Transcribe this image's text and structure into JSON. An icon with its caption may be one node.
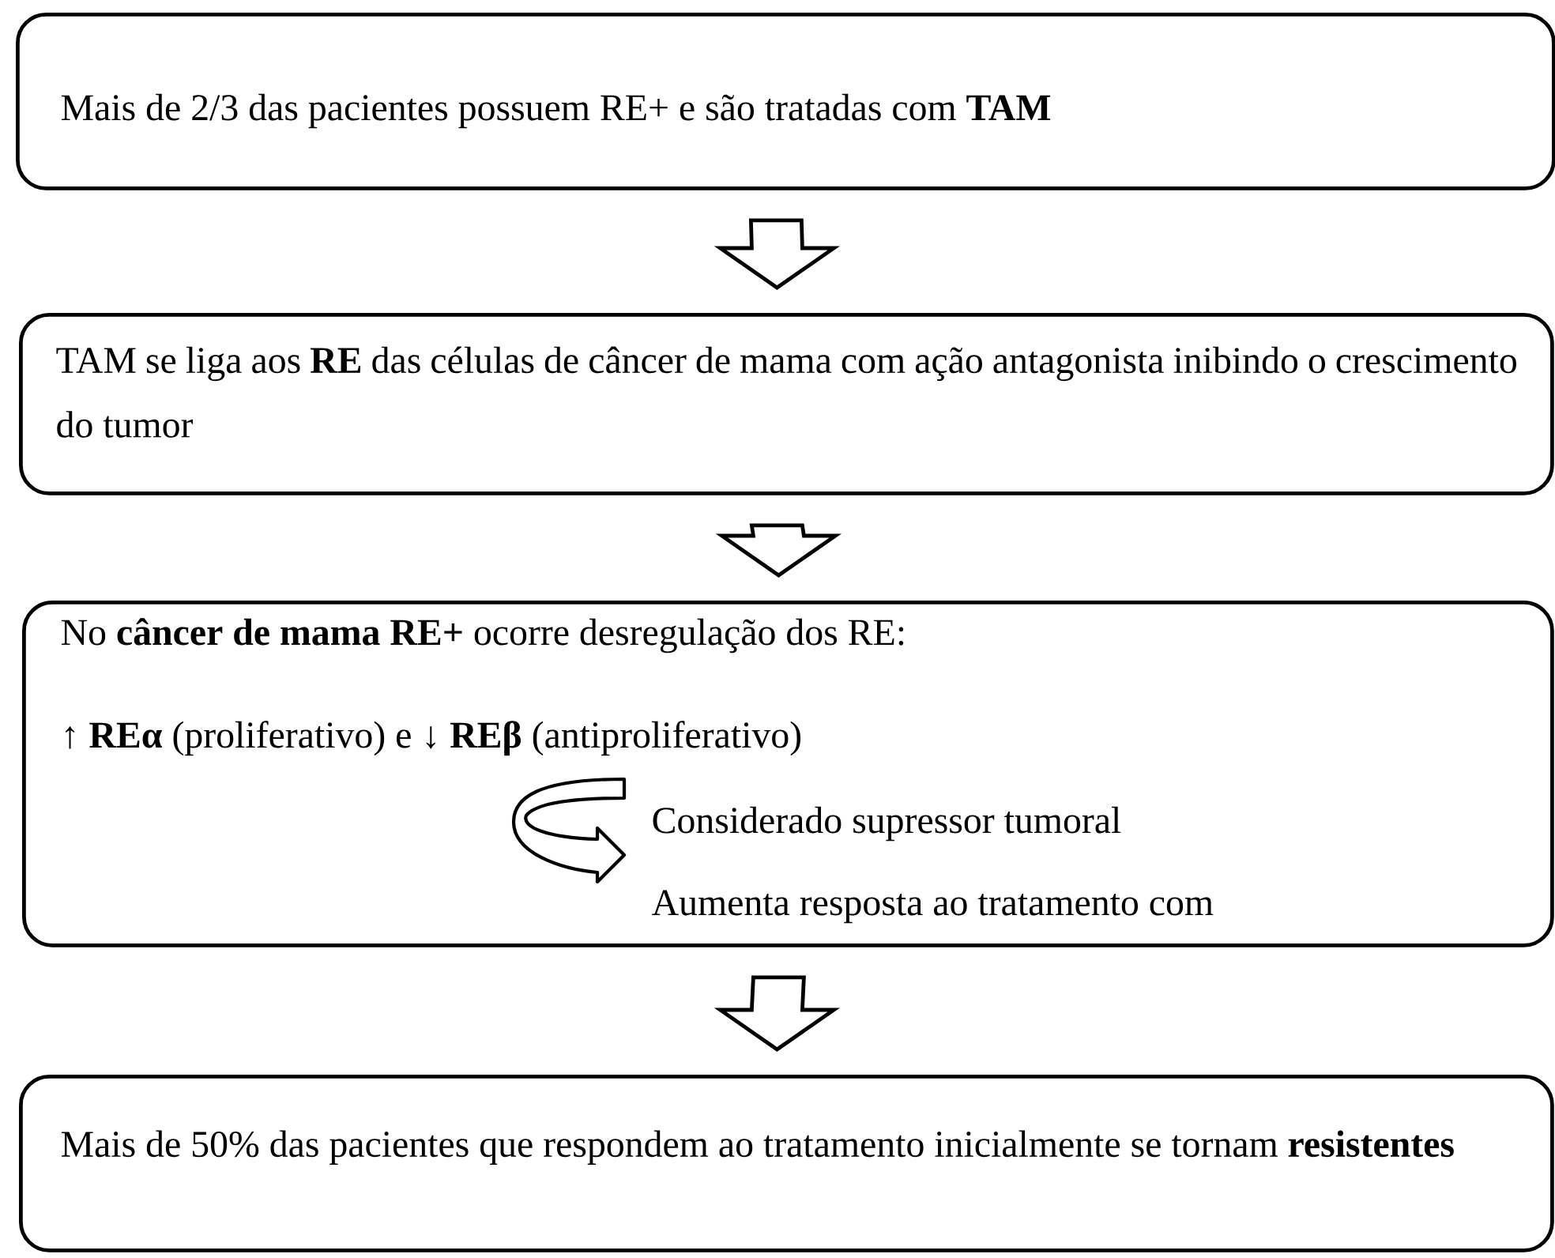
{
  "diagram": {
    "nodes": [
      {
        "text": [
          "Mais de 2/3 das pacientes possuem RE+ e são tratadas com **TAM**"
        ]
      },
      {
        "text": [
          "TAM se liga aos **RE** das células de câncer de mama com ação antagonista inibindo o crescimento do tumor"
        ]
      },
      {
        "text": [
          "No **câncer de mama RE+** ocorre desregulação dos RE:",
          "↑ **REα** (proliferativo) e ↓ **REβ** (antiproliferativo)",
          "Considerado supressor tumoral",
          "Aumenta resposta ao tratamento com"
        ]
      },
      {
        "text": [
          "Mais de 50% das pacientes que respondem ao tratamento inicialmente se tornam **resistentes**"
        ]
      }
    ],
    "edges": [
      {
        "from": 0,
        "to": 1,
        "arrow": "to"
      },
      {
        "from": 1,
        "to": 2,
        "arrow": "to"
      },
      {
        "from": 2,
        "to": 3,
        "arrow": "to"
      }
    ]
  }
}
